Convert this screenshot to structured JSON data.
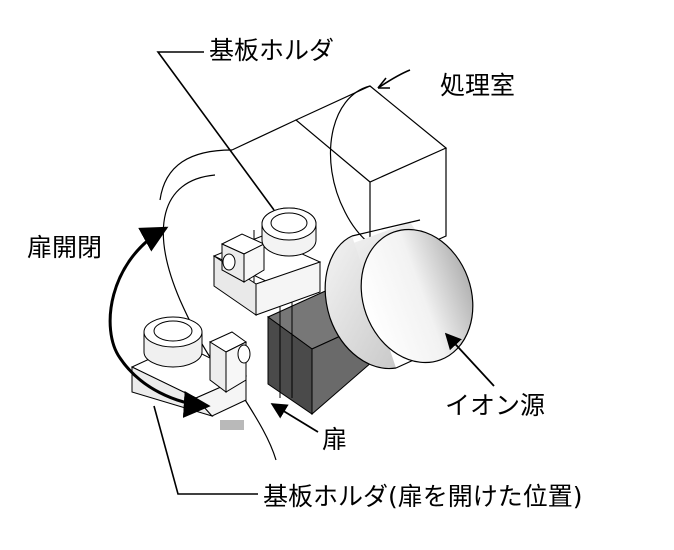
{
  "labels": {
    "substrate_holder": "基板ホルダ",
    "processing_chamber": "処理室",
    "door_open_close": "扉開閉",
    "ion_source": "イオン源",
    "door": "扉",
    "substrate_holder_door_open": "基板ホルダ(扉を開けた位置)"
  },
  "colors": {
    "line": "#000000",
    "face_light": "#ffffff",
    "face_shade": "#e6e6e6",
    "face_dark": "#555555",
    "door_tab": "#b9b9b9"
  }
}
